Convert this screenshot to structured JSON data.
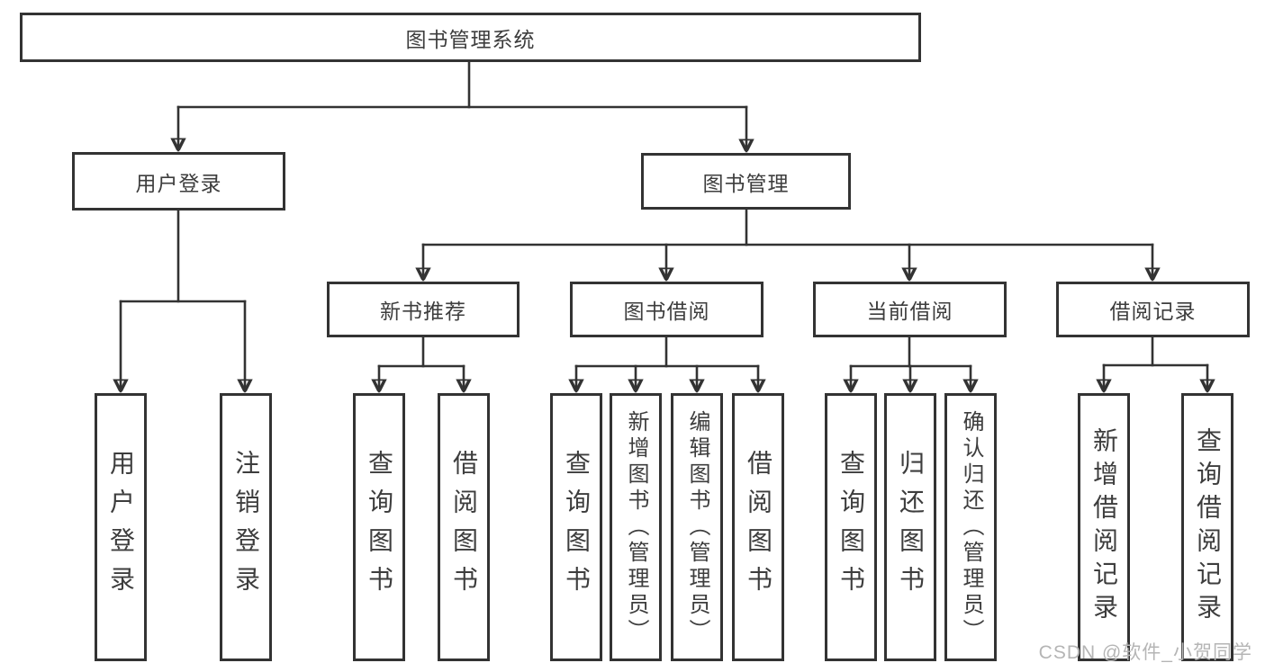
{
  "root": {
    "label": "图书管理系统"
  },
  "user_login": {
    "label": "用户登录",
    "children": [
      {
        "label": "用户登录"
      },
      {
        "label": "注销登录"
      }
    ]
  },
  "book_mgmt": {
    "label": "图书管理"
  },
  "new_book_rec": {
    "label": "新书推荐",
    "children": [
      {
        "label": "查询图书"
      },
      {
        "label": "借阅图书"
      }
    ]
  },
  "book_borrow": {
    "label": "图书借阅",
    "children": [
      {
        "label": "查询图书"
      },
      {
        "label": "新增图书（管理员）"
      },
      {
        "label": "编辑图书（管理员）"
      },
      {
        "label": "借阅图书"
      }
    ]
  },
  "current_borrow": {
    "label": "当前借阅",
    "children": [
      {
        "label": "查询图书"
      },
      {
        "label": "归还图书"
      },
      {
        "label": "确认归还（管理员）"
      }
    ]
  },
  "borrow_records": {
    "label": "借阅记录",
    "children": [
      {
        "label": "新增借阅记录"
      },
      {
        "label": "查询借阅记录"
      }
    ]
  },
  "watermark": {
    "text": "CSDN @软件_小贺同学"
  },
  "colors": {
    "line": "#333333",
    "box_fill": "#ffffff",
    "text": "#3d3d3d",
    "watermark": "#b5b5b5"
  }
}
